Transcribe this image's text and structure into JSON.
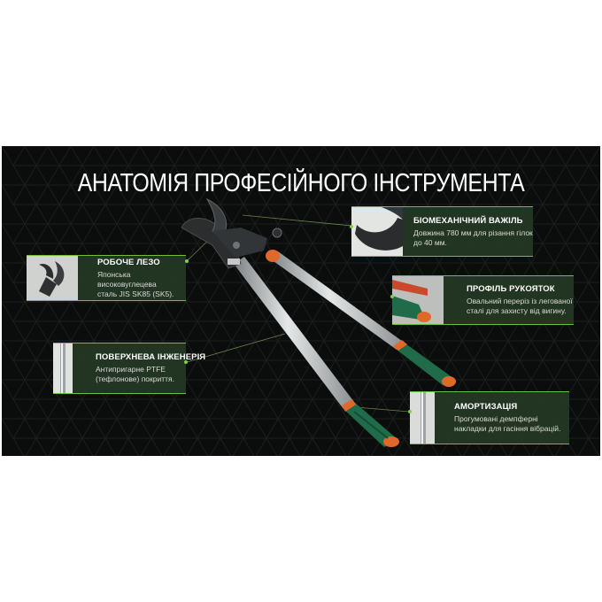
{
  "title": "АНАТОМІЯ ПРОФЕСІЙНОГО ІНСТРУМЕНТА",
  "colors": {
    "background": "#0b0c0c",
    "accent": "#6fbf3a",
    "handle_green": "#1f6b4a",
    "handle_orange": "#e0682a",
    "blade": "#2b2d2f"
  },
  "callouts": {
    "blade": {
      "title": "РОБОЧЕ ЛЕЗО",
      "desc_line1": "Японська високовуглецева",
      "desc_line2": "сталь JIS SK85 (SK5)."
    },
    "lever": {
      "title": "БІОМЕХАНІЧНИЙ ВАЖІЛЬ",
      "desc_line1": "Довжина 780 мм для різання гілок",
      "desc_line2": "до 40 мм."
    },
    "handle": {
      "title": "ПРОФІЛЬ РУКОЯТОК",
      "desc_line1": "Овальний переріз із легованої",
      "desc_line2": "сталі для захисту від вигину."
    },
    "surface": {
      "title": "ПОВЕРХНЕВА ІНЖЕНЕРІЯ",
      "desc_line1": "Антипригарне PTFE",
      "desc_line2": "(тефлонове) покриття."
    },
    "damping": {
      "title": "АМОРТИЗАЦІЯ",
      "desc_line1": "Прогумовані демпферні",
      "desc_line2": "накладки для гасіння вібрацій."
    }
  }
}
